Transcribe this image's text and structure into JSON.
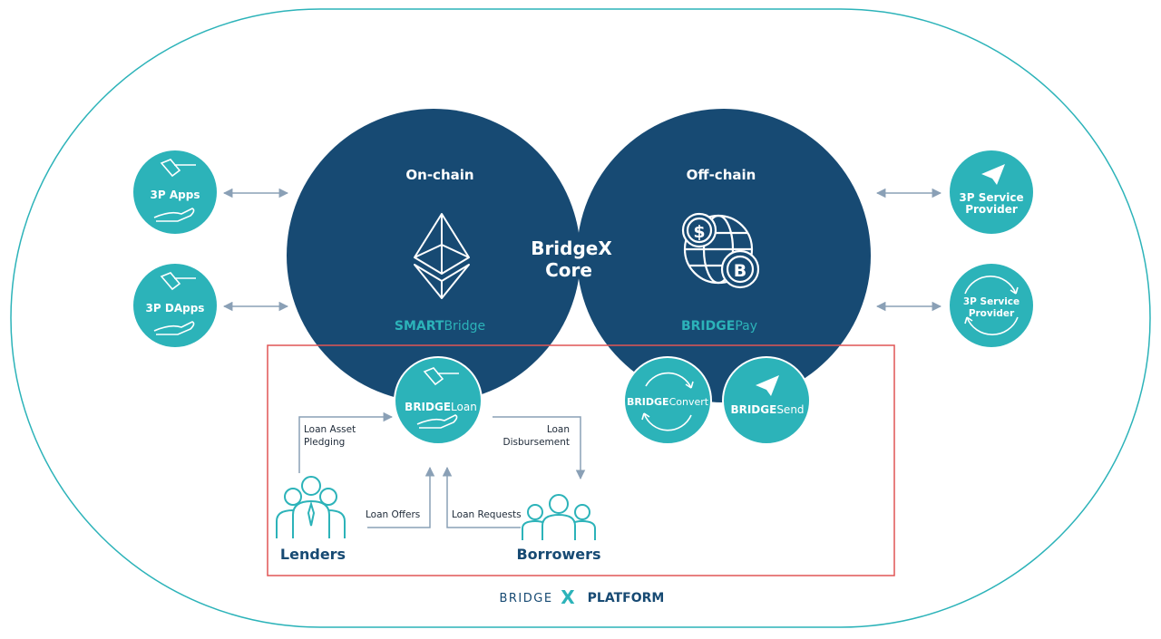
{
  "core": {
    "on_chain": "On-chain",
    "off_chain": "Off-chain",
    "title_line1": "BridgeX",
    "title_line2": "Core",
    "smart_bold": "SMART",
    "smart_light": "Bridge",
    "pay_bold": "BRIDGE",
    "pay_light": "Pay"
  },
  "left_nodes": {
    "apps": "3P Apps",
    "dapps": "3P DApps"
  },
  "right_nodes": {
    "service_line1": "3P Service",
    "service_line2": "Provider"
  },
  "products": {
    "loan_bold": "BRIDGE",
    "loan_light": "Loan",
    "convert_bold": "BRIDGE",
    "convert_light": "Convert",
    "send_bold": "BRIDGE",
    "send_light": "Send"
  },
  "flows": {
    "pledging_line1": "Loan Asset",
    "pledging_line2": "Pledging",
    "disbursement_line1": "Loan",
    "disbursement_line2": "Disbursement",
    "offers": "Loan Offers",
    "requests": "Loan Requests"
  },
  "actors": {
    "lenders": "Lenders",
    "borrowers": "Borrowers"
  },
  "footer": {
    "brand_bridge": "BRIDGE",
    "brand_x": "X",
    "brand_platform": "PLATFORM"
  },
  "colors": {
    "navy": "#1a4a72",
    "teal": "#2cb3b9",
    "outline": "#2cb3b9",
    "highlight": "#e05555",
    "arrow": "#8aa0b6"
  }
}
